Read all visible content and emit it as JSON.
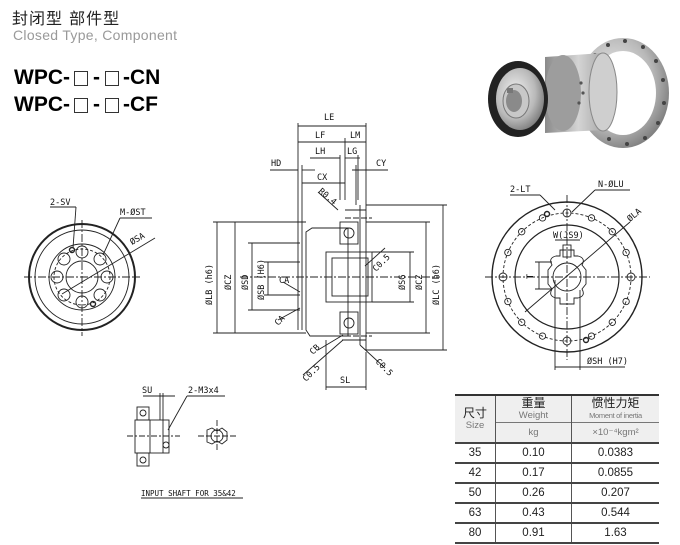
{
  "header": {
    "title_cn": "封闭型 部件型",
    "title_en": "Closed Type, Component"
  },
  "models": [
    {
      "prefix": "WPC-",
      "sep": "-",
      "suffix": "-CN"
    },
    {
      "prefix": "WPC-",
      "sep": "-",
      "suffix": "-CF"
    }
  ],
  "drawing_labels": {
    "left_view": {
      "sv": "2-SV",
      "st": "M-ØST",
      "sa": "ØSA"
    },
    "section_view": {
      "le": "LE",
      "lf": "LF",
      "lm": "LM",
      "lh": "LH",
      "lg": "LG",
      "hd": "HD",
      "cy": "CY",
      "cx": "CX",
      "r04": "R0.4",
      "lb": "ØLB (h6)",
      "cz_left": "ØCZ",
      "sd": "ØSD",
      "sb": "ØSB (H6)",
      "ca_top": "CA",
      "ca_bottom": "CA",
      "c05_inner": "C0.5",
      "sg": "ØSG",
      "cz_right": "ØCZ",
      "lc": "ØLC (h6)",
      "cb": "CB",
      "c05_left": "C0.5",
      "c05_right": "C0.5",
      "sl": "SL"
    },
    "right_view": {
      "lt": "2-LT",
      "lu": "N-ØLU",
      "la": "ØLA",
      "w": "W(JS9)",
      "t": "T",
      "sh": "ØSH (H7)"
    },
    "input_shaft": {
      "su": "SU",
      "m3": "2-M3x4",
      "caption": "INPUT SHAFT FOR 35&42"
    }
  },
  "spec_table": {
    "headers": {
      "size_cn": "尺寸",
      "size_en": "Size",
      "weight_cn": "重量",
      "weight_en": "Weight",
      "weight_unit": "kg",
      "inertia_cn": "惯性力矩",
      "inertia_en": "Moment of inertia",
      "inertia_unit": "×10⁻⁴kgm²"
    },
    "rows": [
      {
        "size": "35",
        "weight": "0.10",
        "inertia": "0.0383"
      },
      {
        "size": "42",
        "weight": "0.17",
        "inertia": "0.0855"
      },
      {
        "size": "50",
        "weight": "0.26",
        "inertia": "0.207"
      },
      {
        "size": "63",
        "weight": "0.43",
        "inertia": "0.544"
      },
      {
        "size": "80",
        "weight": "0.91",
        "inertia": "1.63"
      }
    ]
  }
}
